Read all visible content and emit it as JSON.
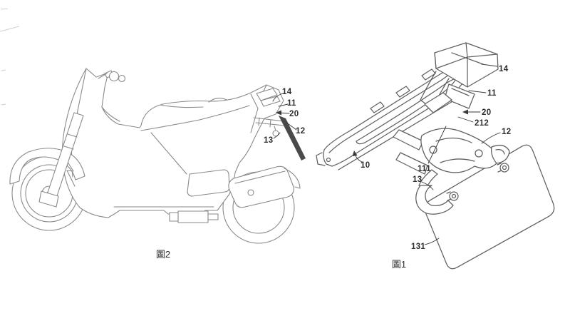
{
  "page": {
    "background": "#ffffff",
    "line_color_left_figure": "#8a8a8a",
    "line_color_right_figure": "#5f5f5f",
    "label_color": "#2e2e2e",
    "dark_flap_color": "#4a4a4a"
  },
  "figure2": {
    "caption": "圖2",
    "labels": {
      "l14": "14",
      "l11": "11",
      "l20": "20",
      "l12": "12",
      "l13": "13"
    }
  },
  "figure1": {
    "caption": "圖1",
    "labels": {
      "l14": "14",
      "l11": "11",
      "l20": "20",
      "l212": "212",
      "l12": "12",
      "l10": "10",
      "l111": "111",
      "l13": "13",
      "l131": "131"
    }
  }
}
